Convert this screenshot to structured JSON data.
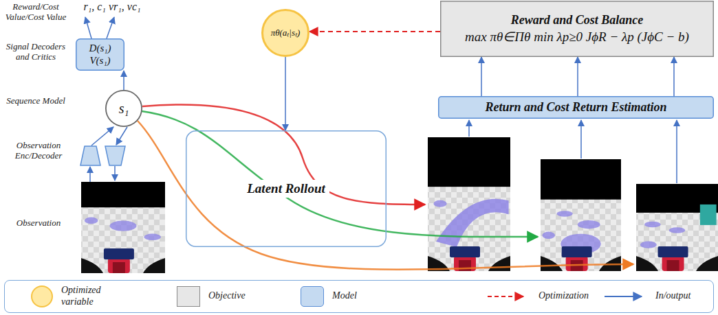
{
  "diagram": {
    "nodes": [
      {
        "text": [
          "D(s₁) V(s₁)"
        ]
      },
      {
        "text": [
          "s₁"
        ]
      },
      {
        "text": [
          "πθ(aₜ|sₜ)"
        ]
      },
      {
        "text": [
          "Reward and Cost Balance",
          "max πθ∈Πθ min λp≥0 JϕR − λp (JϕC − b)"
        ]
      },
      {
        "text": [
          "Return and Cost Return Estimation"
        ]
      },
      {
        "text": [
          "Latent Rollout"
        ]
      }
    ],
    "edges": [
      {
        "from": 1,
        "to": 0,
        "arrow": "to"
      },
      {
        "from": 3,
        "to": 2,
        "arrow": "to"
      },
      {
        "from": 4,
        "to": 3,
        "arrow": "to"
      },
      {
        "from": 4,
        "to": 3,
        "arrow": "to"
      },
      {
        "from": 4,
        "to": 3,
        "arrow": "to"
      },
      {
        "from": 2,
        "to": 5,
        "arrow": "to"
      }
    ],
    "labels": [
      "Reward/Cost Value/Cost Value",
      "r₁, c₁ vr₁, vc₁",
      "Signal Decoders and Critics",
      "Sequence Model",
      "Observation Enc/Decoder",
      "Observation"
    ],
    "legend": [
      {
        "text": "Optimized variable",
        "color": "#ffe9a3"
      },
      {
        "text": "Objective",
        "color": "#e7e7e7"
      },
      {
        "text": "Model",
        "color": "#c5daf1"
      },
      {
        "text": "Optimization"
      },
      {
        "text": "In/output"
      }
    ]
  }
}
